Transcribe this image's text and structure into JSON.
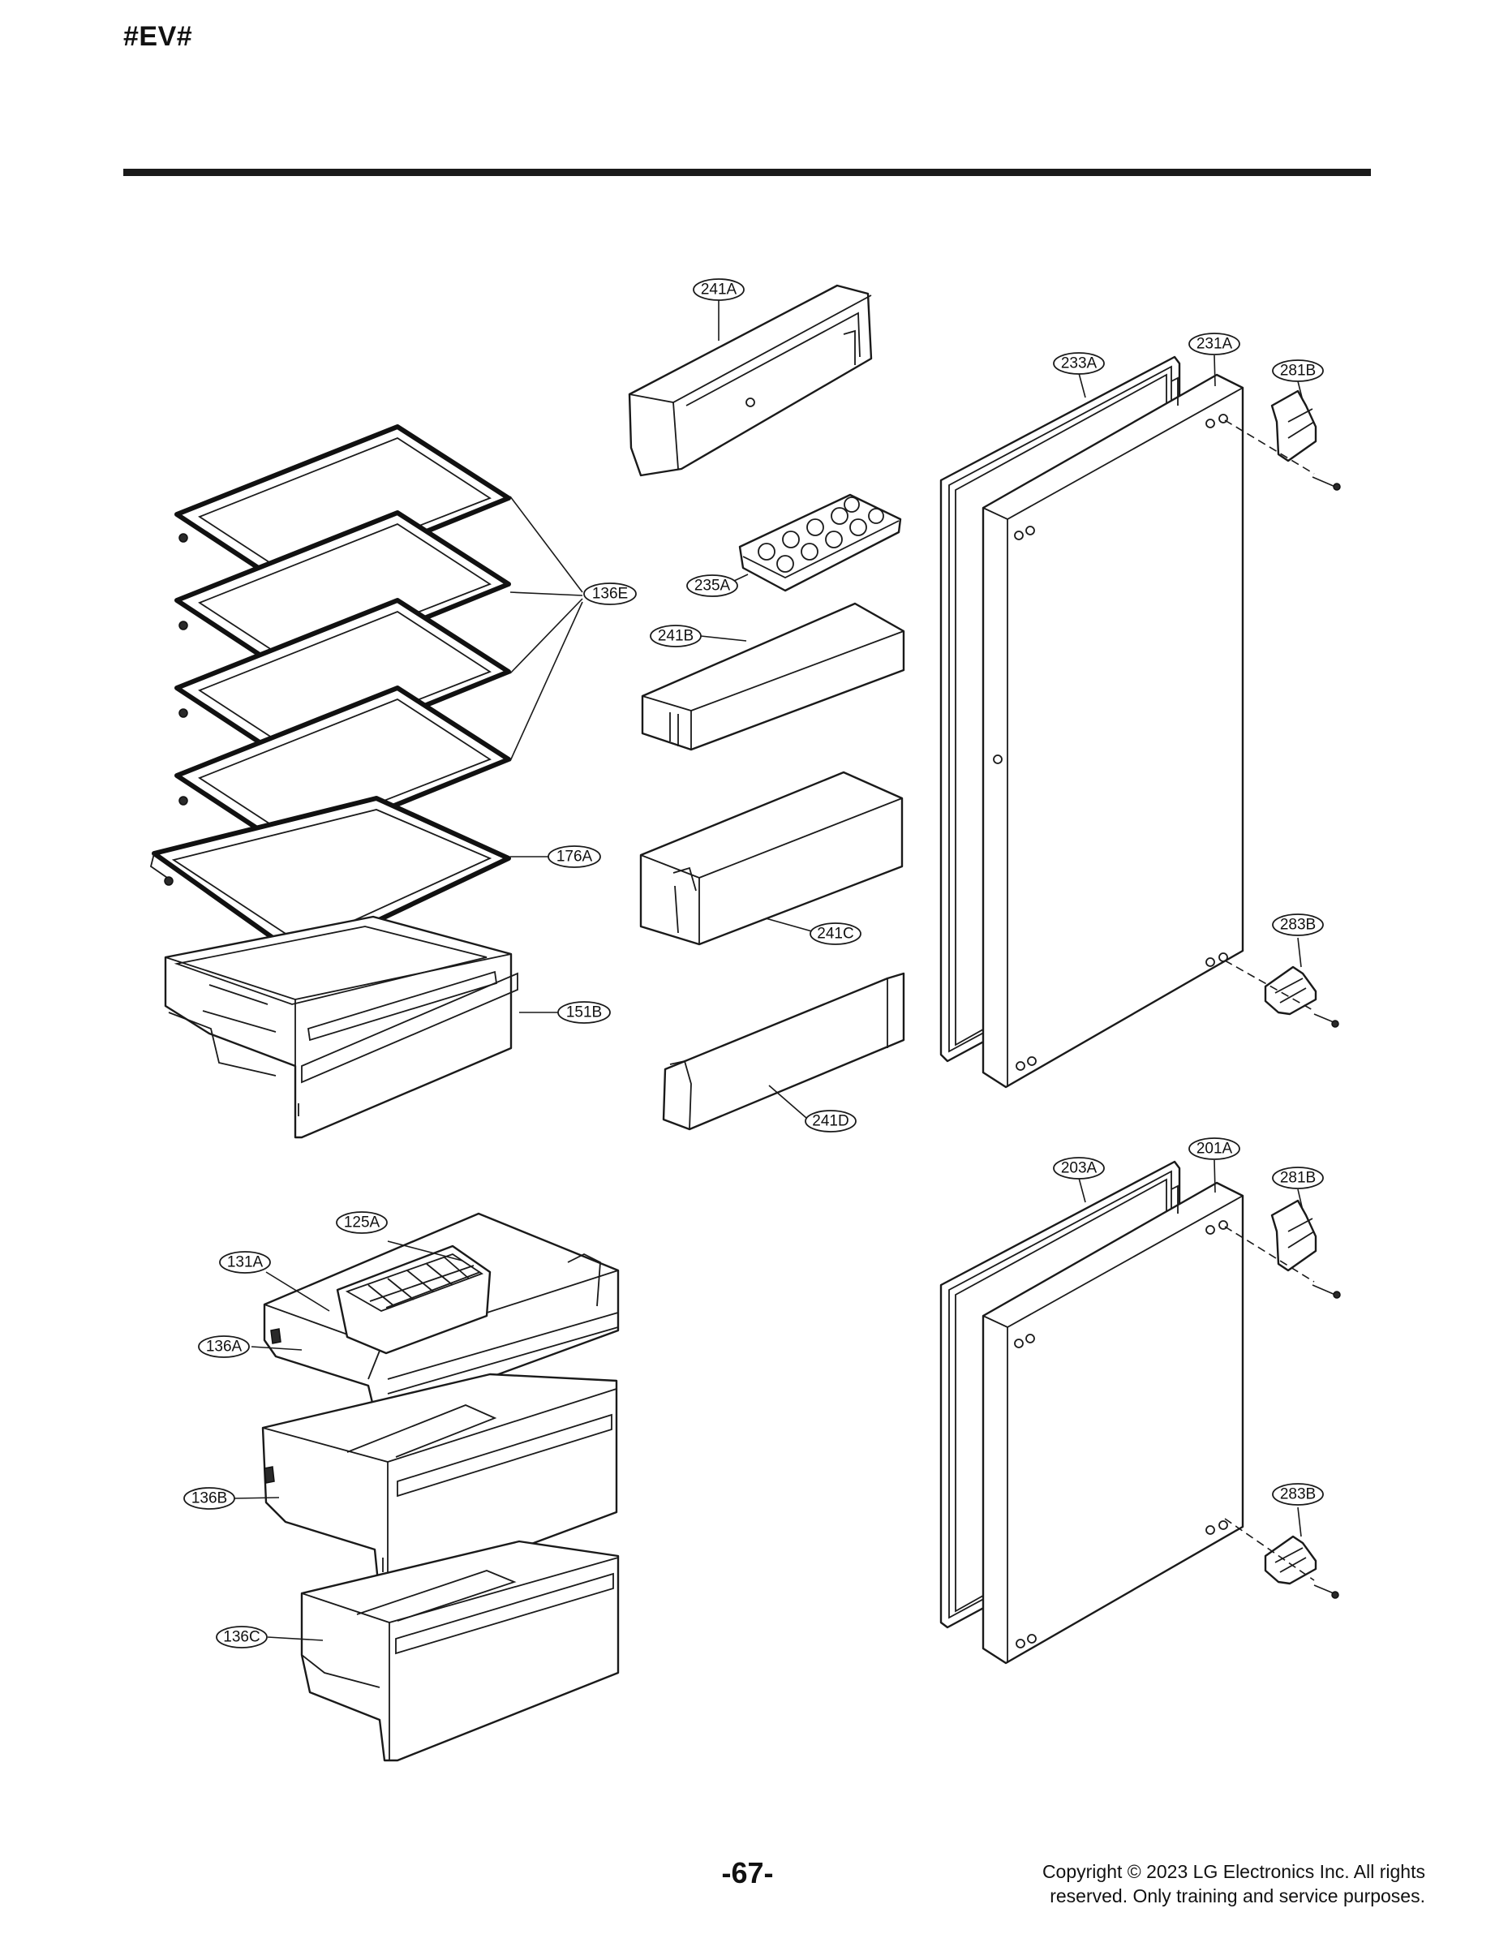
{
  "header": {
    "page_marker": "#EV#"
  },
  "footer": {
    "page_number": "-67-",
    "copyright_line1": "Copyright © 2023 LG Electronics Inc. All rights",
    "copyright_line2": "reserved. Only training and service purposes."
  },
  "callouts": {
    "c136E": "136E",
    "c176A": "176A",
    "c151B": "151B",
    "c241A": "241A",
    "c235A": "235A",
    "c241B": "241B",
    "c241C": "241C",
    "c241D": "241D",
    "c233A": "233A",
    "c231A": "231A",
    "c281B_top": "281B",
    "c283B_top": "283B",
    "c125A": "125A",
    "c131A": "131A",
    "c136A": "136A",
    "c136B": "136B",
    "c136C": "136C",
    "c203A": "203A",
    "c201A": "201A",
    "c281B_bottom": "281B",
    "c283B_bottom": "283B"
  }
}
